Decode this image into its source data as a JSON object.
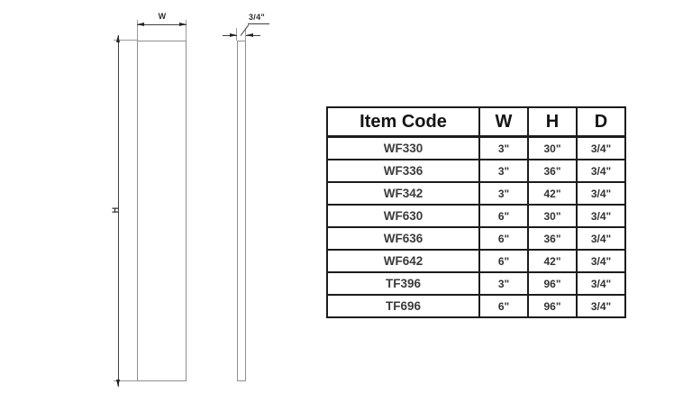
{
  "diagram": {
    "front_view": {
      "width_label": "W",
      "height_label": "H"
    },
    "side_view": {
      "thickness_label": "3/4\""
    }
  },
  "table": {
    "headers": [
      "Item Code",
      "W",
      "H",
      "D"
    ],
    "rows": [
      {
        "code": "WF330",
        "w": "3\"",
        "h": "30\"",
        "d": "3/4\""
      },
      {
        "code": "WF336",
        "w": "3\"",
        "h": "36\"",
        "d": "3/4\""
      },
      {
        "code": "WF342",
        "w": "3\"",
        "h": "42\"",
        "d": "3/4\""
      },
      {
        "code": "WF630",
        "w": "6\"",
        "h": "30\"",
        "d": "3/4\""
      },
      {
        "code": "WF636",
        "w": "6\"",
        "h": "36\"",
        "d": "3/4\""
      },
      {
        "code": "WF642",
        "w": "6\"",
        "h": "42\"",
        "d": "3/4\""
      },
      {
        "code": "TF396",
        "w": "3\"",
        "h": "96\"",
        "d": "3/4\""
      },
      {
        "code": "TF696",
        "w": "6\"",
        "h": "96\"",
        "d": "3/4\""
      }
    ]
  },
  "colors": {
    "outline_gray": "#8e8e8e",
    "dimension_dark": "#3f3f3f",
    "table_border": "#1c1c1c"
  }
}
